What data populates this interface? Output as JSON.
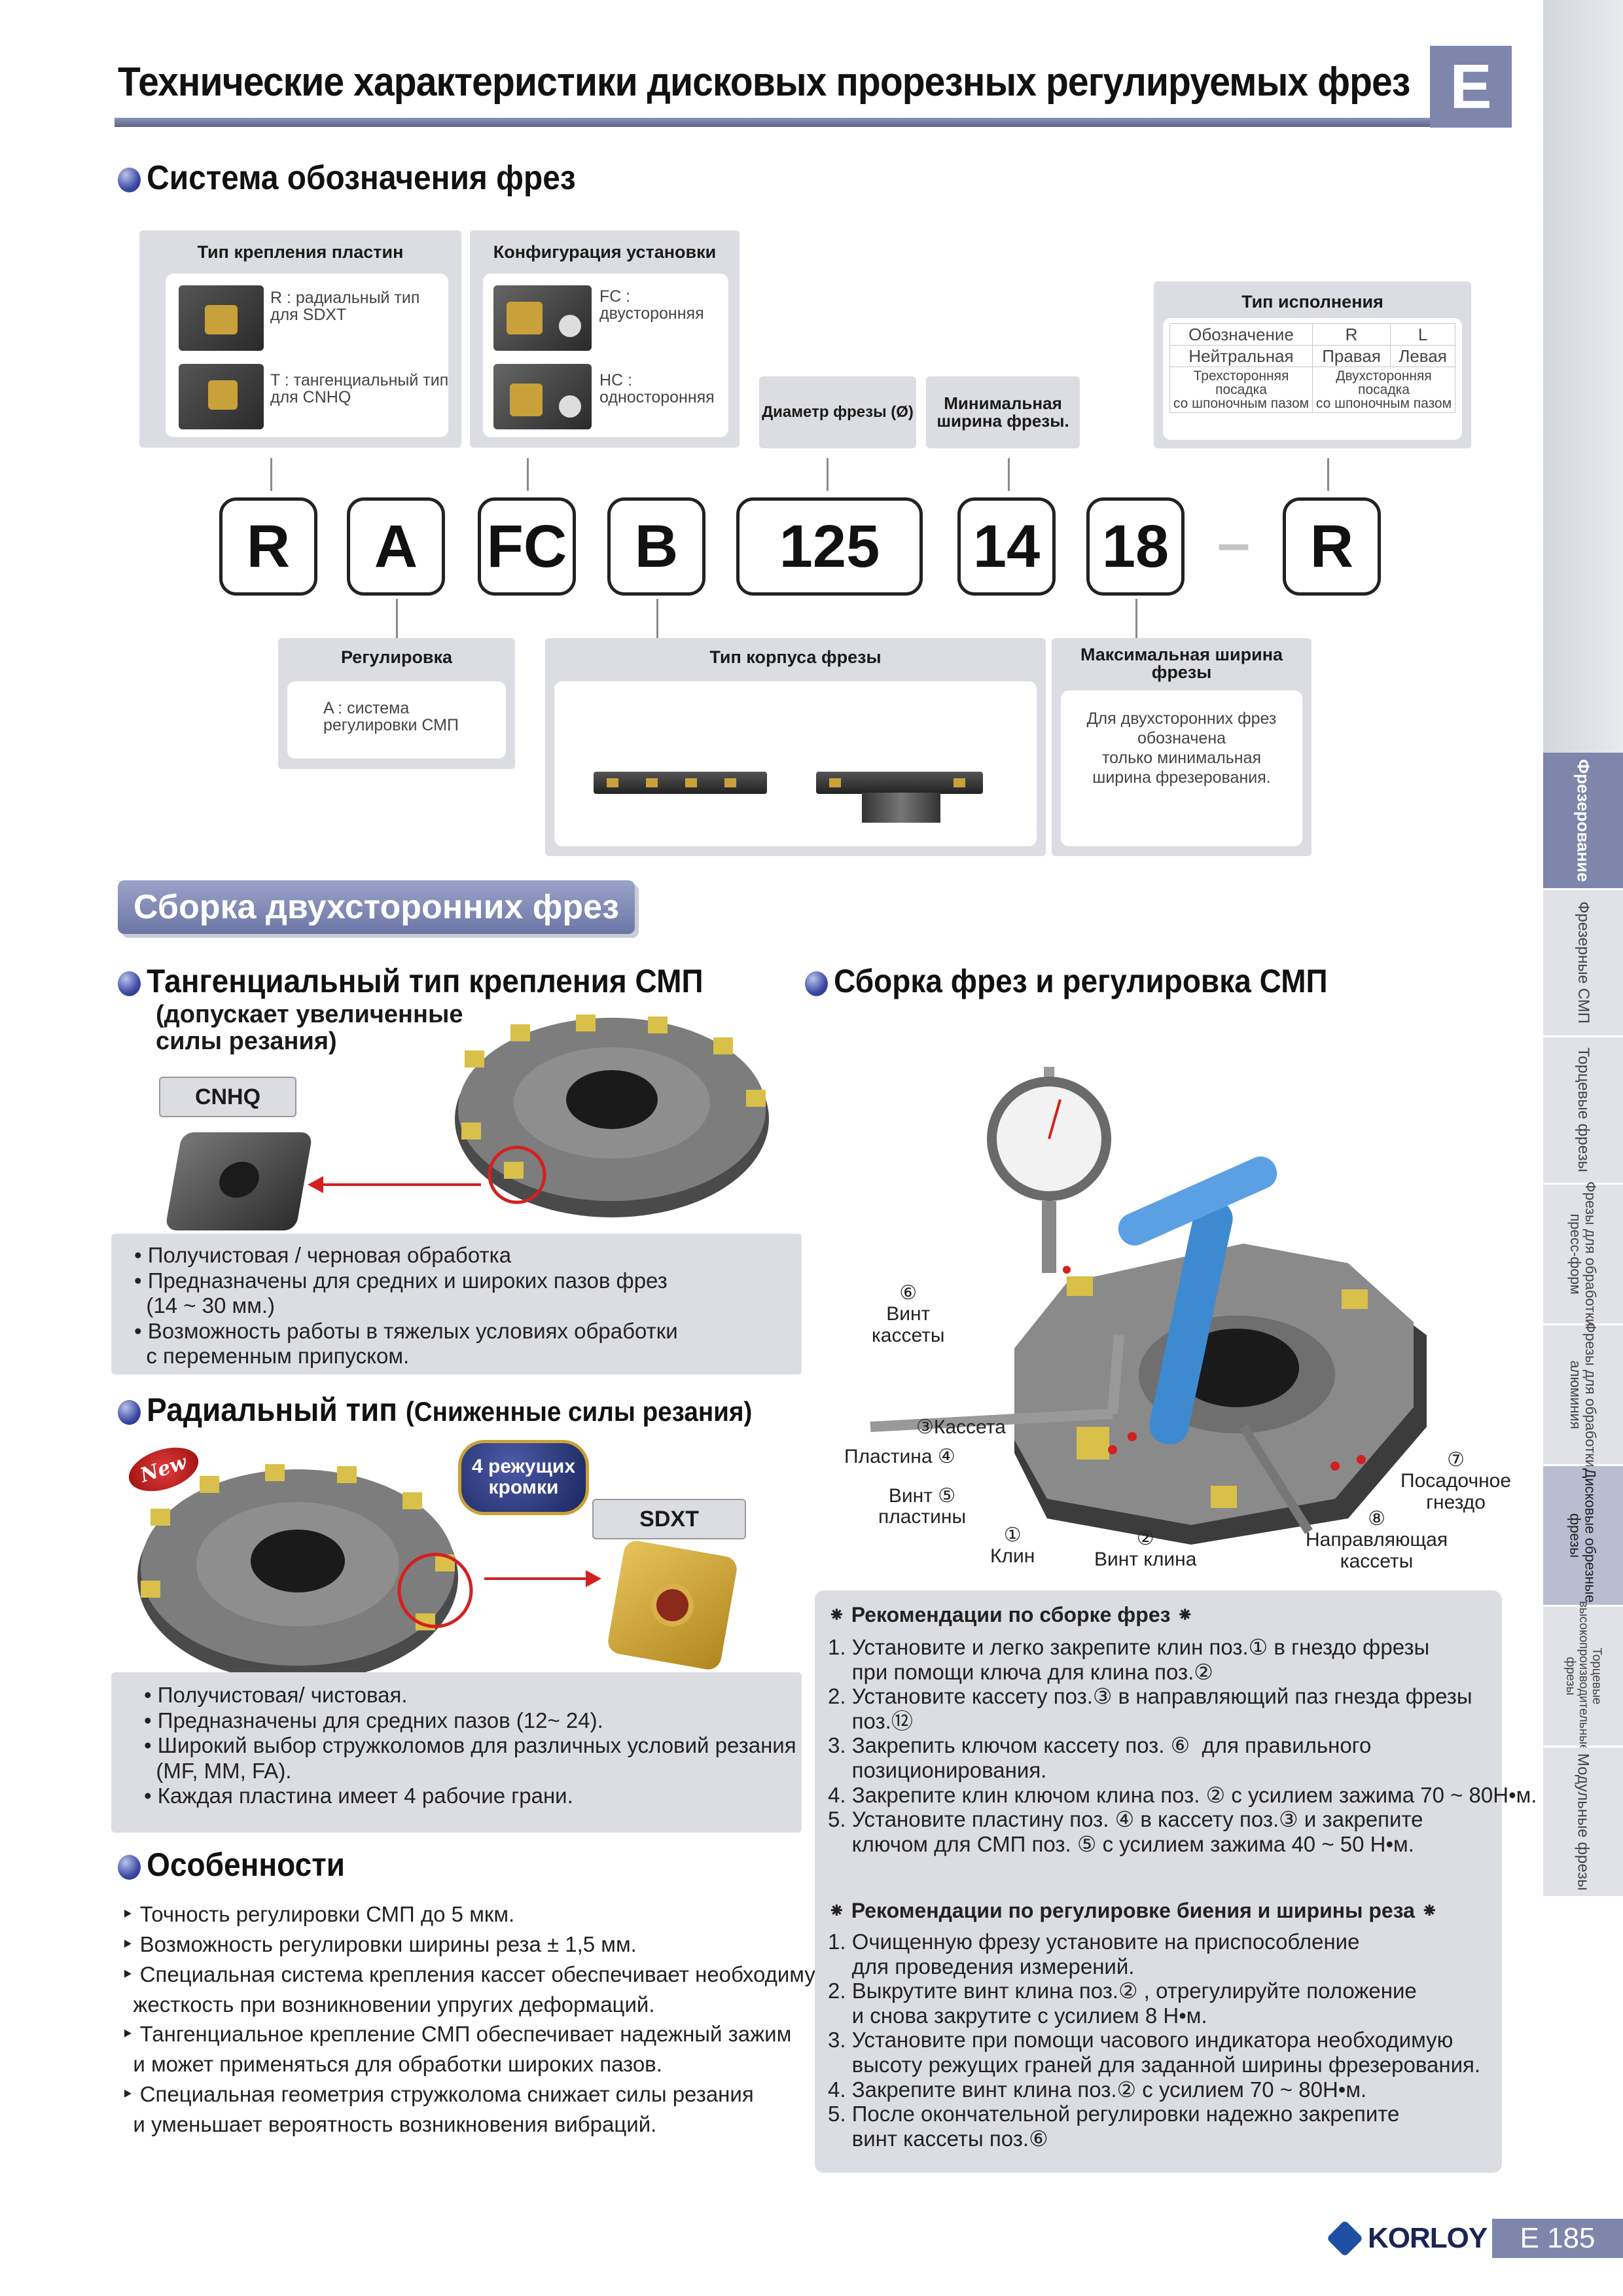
{
  "header": {
    "title": "Технические характеристики дисковых прорезных регулируемых фрез",
    "section_letter": "E"
  },
  "designation": {
    "heading": "Система обозначения фрез",
    "insert_clamping": {
      "title": "Тип крепления пластин",
      "r_text": "R : радиальный тип\nдля SDXT",
      "t_text": "T : тангенциальный тип\nдля CNHQ"
    },
    "configuration": {
      "title": "Конфигурация установки",
      "fc_text": "FC :\nдвусторонняя",
      "hc_text": "HC :\nодносторонняя"
    },
    "diameter_label": "Диаметр фрезы (Ø)",
    "min_width_label": "Минимальная\nширина фрезы.",
    "version_type": {
      "title": "Тип исполнения",
      "rows": [
        [
          "Обозначение",
          "R",
          "L"
        ],
        [
          "Нейтральная",
          "Правая",
          "Левая"
        ],
        [
          "Трехсторонняя\nпосадка\nсо шпоночным пазом",
          "Двухсторонняя\nпосадка\nсо шпоночным пазом"
        ]
      ]
    },
    "codes": [
      "R",
      "A",
      "FC",
      "B",
      "125",
      "14",
      "18",
      "–",
      "R"
    ],
    "adjustment": {
      "title": "Регулировка",
      "text": "A : система\nрегулировки СМП"
    },
    "body_type": {
      "title": "Тип корпуса фрезы"
    },
    "max_width": {
      "title": "Максимальная ширина\nфрезы",
      "text": "Для двухсторонних фрез\nобозначена\nтолько минимальная\nширина фрезерования."
    }
  },
  "assembly_pill": "Сборка двухсторонних фрез",
  "tangential": {
    "heading": "Тангенциальный тип крепления СМП",
    "subheading": "(допускает увеличенные\nсилы резания)",
    "insert_code": "CNHQ",
    "bullets": [
      "• Получистовая / черновая обработка",
      "• Предназначены для средних и широких пазов фрез",
      "  (14 ~ 30 мм.)",
      "• Возможность работы в тяжелых условиях обработки",
      "  с переменным припуском."
    ]
  },
  "radial": {
    "heading_main": "Радиальный тип",
    "heading_paren": "(Сниженные силы резания)",
    "badge_new": "New",
    "badge_edges": "4 режущих\nкромки",
    "insert_code": "SDXT",
    "bullets": [
      "• Получистовая/ чистовая.",
      "• Предназначены для средних пазов (12~ 24).",
      "• Широкий выбор стружколомов для различных условий резания",
      "  (MF, MM, FA).",
      "• Каждая пластина имеет 4 рабочие грани."
    ]
  },
  "features": {
    "heading": "Особенности",
    "items": [
      "‣ Точность регулировки СМП до 5 мкм.",
      "‣ Возможность регулировки ширины реза ± 1,5 мм.",
      "‣ Специальная система крепления кассет обеспечивает необходимую",
      "  жесткость при возникновении упругих деформаций.",
      "‣ Тангенциальное крепление СМП обеспечивает надежный зажим",
      "  и может применяться для обработки широких пазов.",
      "‣ Специальная геометрия стружколома снижает силы резания",
      "  и уменьшает вероятность возникновения вибраций."
    ]
  },
  "assembly": {
    "heading": "Сборка фрез и регулировка СМП",
    "labels": {
      "n6": "⑥\nВинт\nкассеты",
      "n3": "③Кассета",
      "n4": "Пластина ④",
      "n5": "Винт ⑤\nпластины",
      "n1": "①\nКлин",
      "n2": "②\nВинт клина",
      "n8": "⑧\nНаправляющая\nкассеты",
      "n7": "⑦\nПосадочное\nгнездо"
    }
  },
  "recommendations": {
    "assembly_title": "⁕ Рекомендации по сборке фрез ⁕",
    "assembly_steps": [
      "1. Установите и легко закрепите клин поз.① в гнездо фрезы",
      "    при помощи ключа для клина поз.②",
      "2. Установите кассету поз.③ в направляющий паз гнезда фрезы",
      "    поз.⑫",
      "3. Закрепить ключом кассету поз. ⑥  для правильного",
      "    позиционирования.",
      "4. Закрепите клин ключом клина поз. ② с усилием зажима 70 ~ 80Н•м.",
      "5. Установите пластину поз. ④ в кассету поз.③ и закрепите",
      "    ключом для СМП поз. ⑤ с усилием зажима 40 ~ 50 Н•м."
    ],
    "adjust_title": "⁕ Рекомендации по регулировке биения и ширины реза ⁕",
    "adjust_steps": [
      "1. Очищенную фрезу установите на приспособление",
      "    для проведения измерений.",
      "2. Выкрутите винт клина поз.② , отрегулируйте положение",
      "    и снова закрутите с усилием 8 Н•м.",
      "3. Установите при помощи часового индикатора необходимую",
      "    высоту режущих граней для заданной ширины фрезерования.",
      "4. Закрепите винт клина поз.② с усилием 70 ~ 80Н•м.",
      "5. После окончательной регулировки надежно закрепите",
      "    винт кассеты поз.⑥"
    ]
  },
  "side_tabs": [
    "Фрезерование",
    "Фрезерные СМП",
    "Торцевые фрезы",
    "Фрезы для обработки\nпресс-форм",
    "Фрезы для обработки\nалюминия",
    "Дисковые обрезные\nфрезы",
    "Торцевые\nвысокопроизводительные\nфрезы",
    "Модульные фрезы"
  ],
  "footer": {
    "brand": "KORLOY",
    "page": "E 185"
  },
  "colors": {
    "accent": "#7e86ac",
    "box_gray": "#dcdde2",
    "insert_gold": "#c9a13a",
    "arrow_red": "#d42020"
  }
}
